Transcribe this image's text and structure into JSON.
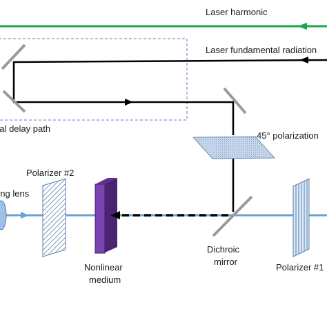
{
  "labels": {
    "laser_harmonic": "Laser harmonic",
    "laser_fundamental": "Laser fundamental radiation",
    "optical_delay": "Optical delay path",
    "polarization": "45° polarization",
    "focusing_lens": "Focusing lens",
    "polarizer_2": "Polarizer #2",
    "polarizer_1": "Polarizer #1",
    "nonlinear_line1": "Nonlinear",
    "nonlinear_line2": "medium",
    "dichroic_line1": "Dichroic",
    "dichroic_line2": "mirror"
  },
  "colors": {
    "harmonic_beam": "#1aa64a",
    "fundamental_beam": "#000000",
    "axis_beam": "#6aa2d6",
    "nonlinear_medium": "#6f3aa0",
    "delay_box": "#4f81bd",
    "mirror": "#9a9a9a",
    "polarizer": "#a9c3e2"
  }
}
